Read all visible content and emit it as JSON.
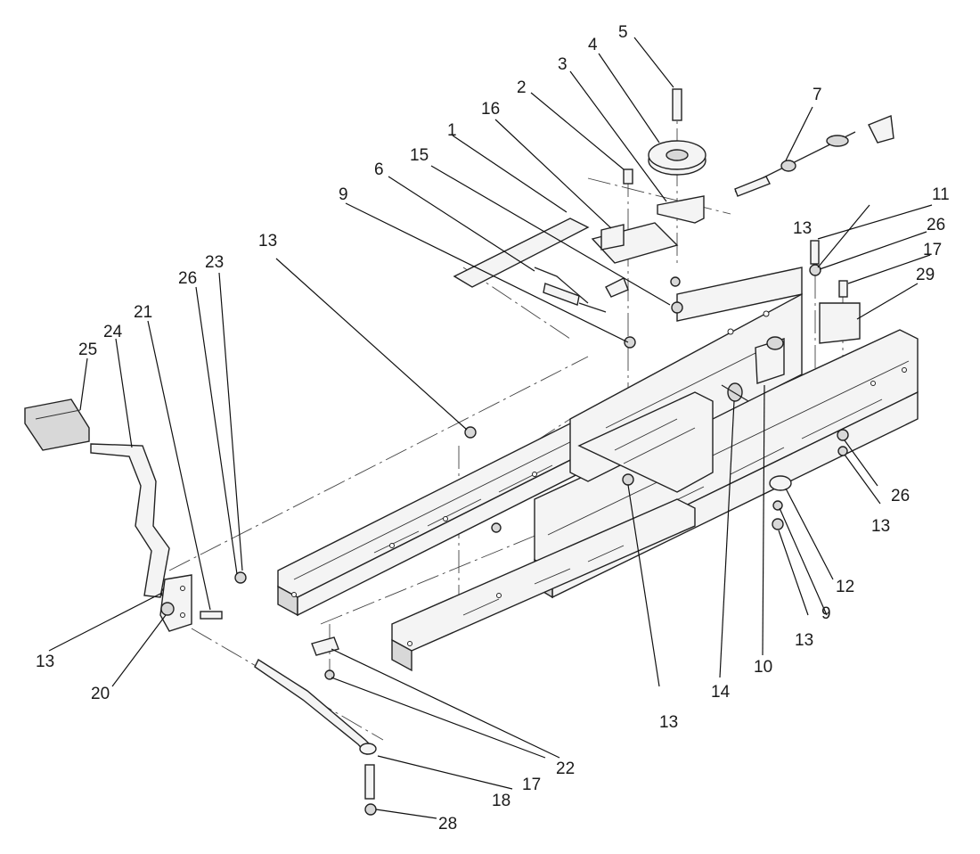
{
  "callouts": [
    "1",
    "2",
    "3",
    "4",
    "5",
    "6",
    "7",
    "9",
    "10",
    "11",
    "12",
    "13",
    "14",
    "15",
    "16",
    "17",
    "18",
    "20",
    "21",
    "22",
    "23",
    "24",
    "25",
    "26",
    "28",
    "29"
  ]
}
